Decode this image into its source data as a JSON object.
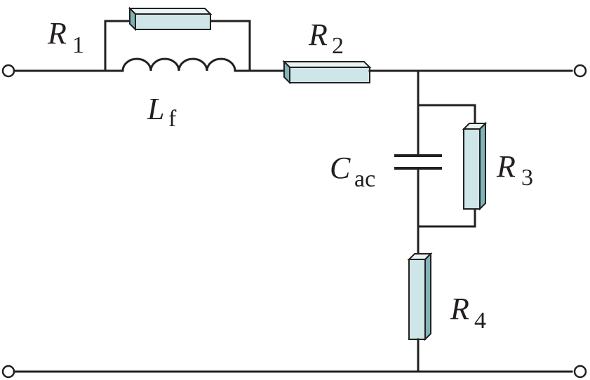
{
  "components": {
    "r1": {
      "symbol": "R",
      "subscript": "1"
    },
    "r2": {
      "symbol": "R",
      "subscript": "2"
    },
    "r3": {
      "symbol": "R",
      "subscript": "3"
    },
    "r4": {
      "symbol": "R",
      "subscript": "4"
    },
    "lf": {
      "symbol": "L",
      "subscript": "f"
    },
    "cac": {
      "symbol": "C",
      "subscript": "ac"
    }
  },
  "colors": {
    "wire": "#231f20",
    "resistor_face": "#cfe6e8",
    "resistor_side": "#7fb3b7"
  }
}
